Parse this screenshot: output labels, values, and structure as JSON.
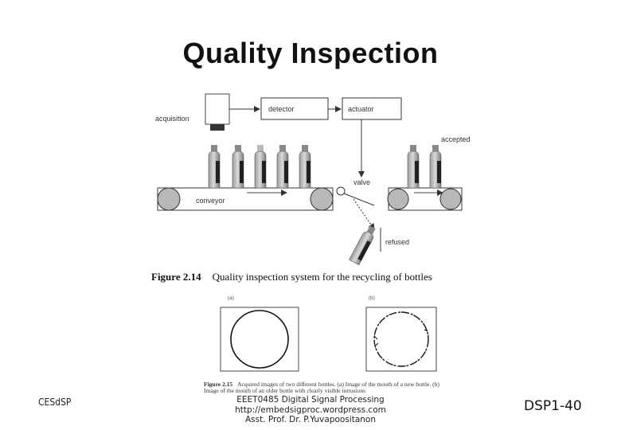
{
  "slide": {
    "title": "Quality Inspection",
    "footer": {
      "left": "CESdSP",
      "center_line1": "EEET0485 Digital Signal Processing",
      "center_line2": "http://embedsigproc.wordpress.com",
      "center_line3": "Asst. Prof. Dr. P.Yuvapoositanon",
      "right": "DSP1-40"
    }
  },
  "diagram": {
    "labels": {
      "acquisition": "acquisition",
      "detector": "detector",
      "actuator": "actuator",
      "accepted": "accepted",
      "valve": "valve",
      "conveyor": "conveyor",
      "refused": "refused"
    }
  },
  "figure_214": {
    "number": "Figure 2.14",
    "caption": "Quality inspection system for the recycling of bottles"
  },
  "figure_215": {
    "label_a": "(a)",
    "label_b": "(b)",
    "number": "Figure 2.15",
    "caption": "Acquired images of two different bottles. (a) Image of the mouth of a new bottle. (b) Image of the mouth of an older bottle with clearly visible intrusions"
  }
}
